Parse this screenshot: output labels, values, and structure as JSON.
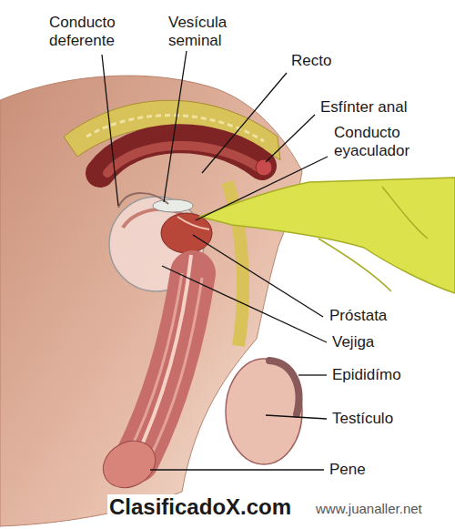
{
  "diagram": {
    "labels": [
      "Conducto deferente",
      "Vesícula seminal",
      "Recto",
      "Esfínter anal",
      "Conducto eyaculador",
      "Próstata",
      "Vejiga",
      "Epididímo",
      "Testículo",
      "Pene",
      "ClasificadoX.com",
      "www.juanaller.net"
    ]
  }
}
